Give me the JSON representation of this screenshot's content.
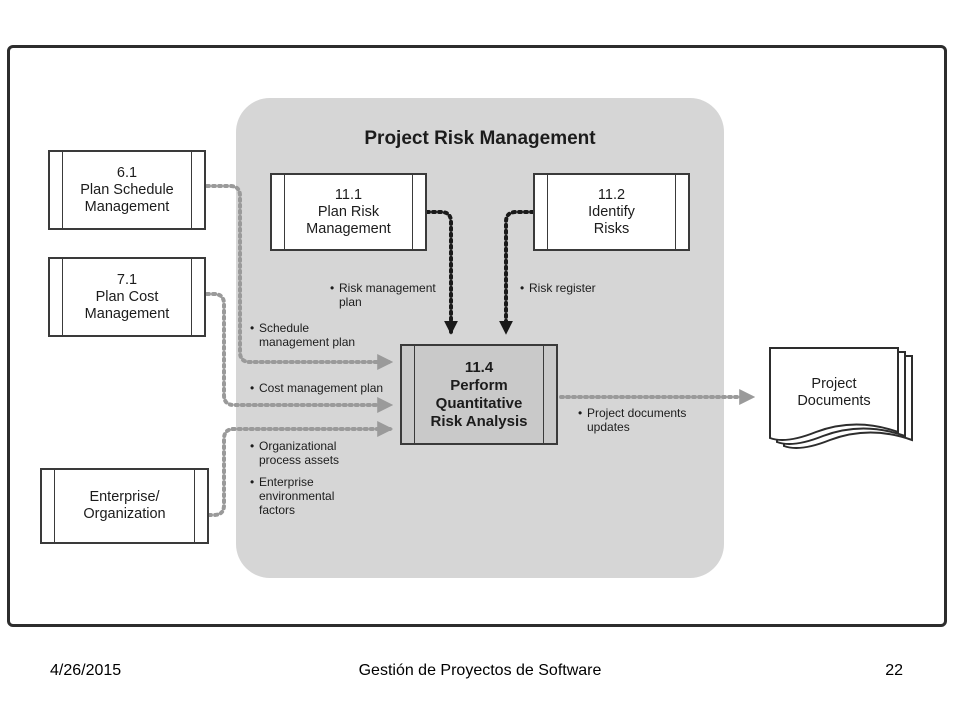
{
  "diagram": {
    "group_title": "Project Risk Management",
    "inputs": {
      "plan_schedule": {
        "number": "6.1",
        "line1": "Plan Schedule",
        "line2": "Management"
      },
      "plan_cost": {
        "number": "7.1",
        "line1": "Plan Cost",
        "line2": "Management"
      },
      "enterprise": {
        "line1": "Enterprise/",
        "line2": "Organization"
      }
    },
    "processes": {
      "plan_risk": {
        "number": "11.1",
        "line1": "Plan Risk",
        "line2": "Management"
      },
      "identify_risks": {
        "number": "11.2",
        "line1": "Identify",
        "line2": "Risks"
      },
      "quant_analysis": {
        "number": "11.4",
        "line1": "Perform",
        "line2": "Quantitative",
        "line3": "Risk Analysis"
      }
    },
    "output": {
      "line1": "Project",
      "line2": "Documents"
    },
    "flows": {
      "risk_mgmt_plan": {
        "line1": "Risk management",
        "line2": "plan"
      },
      "risk_register": "Risk register",
      "schedule_mgmt_plan": {
        "line1": "Schedule",
        "line2": "management plan"
      },
      "cost_mgmt_plan": "Cost management plan",
      "org_assets": {
        "line1": "Organizational",
        "line2": "process assets"
      },
      "env_factors": {
        "line1": "Enterprise",
        "line2": "environmental",
        "line3": "factors"
      },
      "doc_updates": {
        "line1": "Project documents",
        "line2": "updates"
      }
    },
    "colors": {
      "dotted_line": "#9a9a9a",
      "solid_arrow": "#1a1a1a",
      "group_background": "#d6d6d6",
      "main_process_fill": "#c9c9c9"
    }
  },
  "footer": {
    "date": "4/26/2015",
    "title": "Gestión de Proyectos de Software",
    "page": "22"
  }
}
